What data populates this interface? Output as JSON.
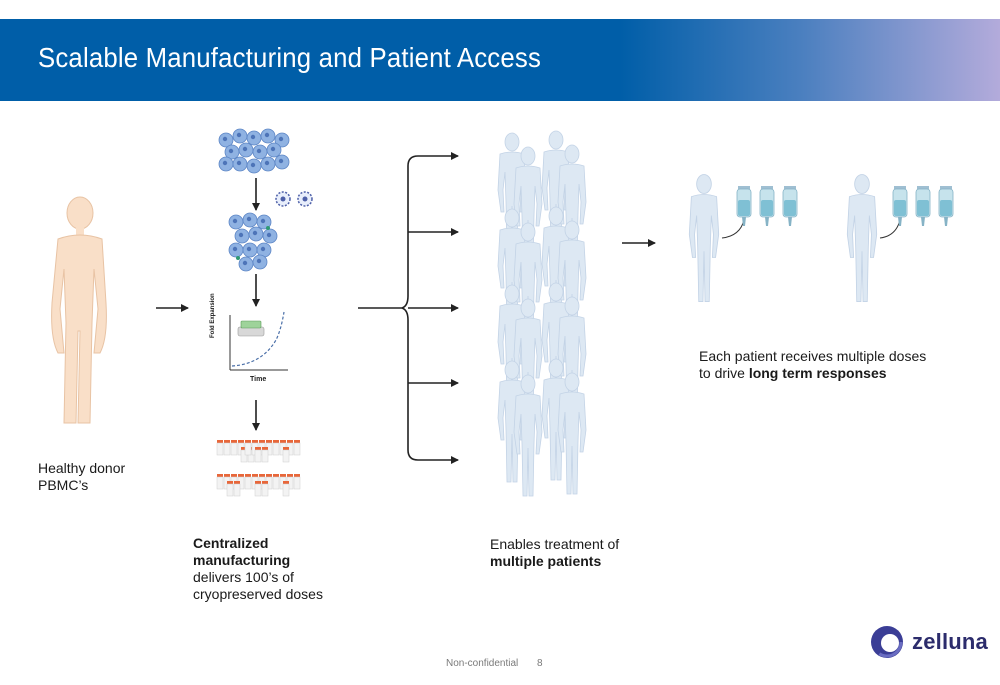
{
  "slide": {
    "title": "Scalable Manufacturing and Patient Access"
  },
  "labels": {
    "donor": "Healthy donor PBMC’s",
    "manufacturing_bold": "Centralized manufacturing",
    "manufacturing_rest": " delivers 100’s of cryopreserved doses",
    "treatment_plain": "Enables treatment of",
    "treatment_bold": "multiple patients",
    "doses_plain": "Each patient receives multiple doses to drive ",
    "doses_bold": "long term responses"
  },
  "chart_inset": {
    "ylabel": "Fold Expansion",
    "xlabel": "Time"
  },
  "footer": {
    "classification": "Non-confidential",
    "page_number": "8"
  },
  "logo": {
    "name": "zelluna"
  },
  "colors": {
    "header_blue": "#005ea8",
    "header_lavender": "#b3abdb",
    "cell_blue": "#7fa6dc",
    "vial_orange": "#e8673a",
    "figure_light_blue": "#dde8f3",
    "skin": "#f9dfc8"
  }
}
